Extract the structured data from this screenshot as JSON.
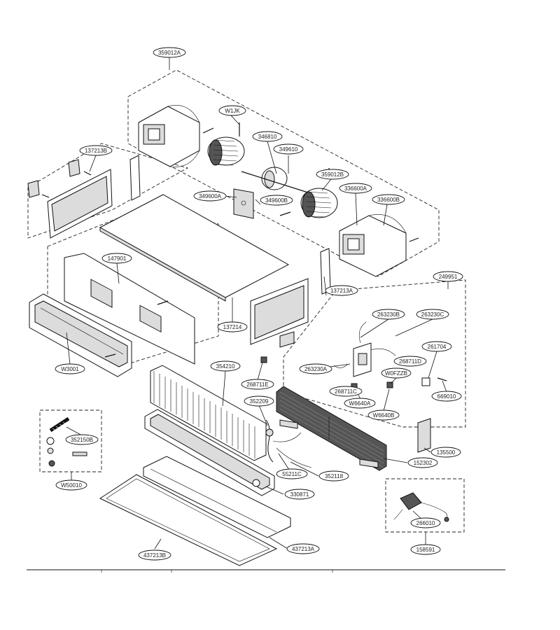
{
  "parts": {
    "p359012A": "359012A",
    "pW1JK": "W1JK",
    "p346810": "346810",
    "p349610": "349610",
    "p359012B": "359012B",
    "p336600A": "336600A",
    "p336600B": "336600B",
    "p349600A": "349600A",
    "p349600B": "349600B",
    "p137213B": "137213B",
    "p147901": "147901",
    "p137214": "137214",
    "p137213A": "137213A",
    "p249951": "249951",
    "p263230B": "263230B",
    "p263230C": "263230C",
    "p261704": "261704",
    "p268711D": "268711D",
    "pW0FZZB": "W0FZZB",
    "p263230A": "263230A",
    "p268711E": "268711E",
    "p268711C": "268711C",
    "pW6640A": "W6640A",
    "pW6640B": "W6640B",
    "p669010": "669010",
    "p354210": "354210",
    "p352209": "352209",
    "pW3001": "W3001",
    "p352150B": "352150B",
    "pW50010": "W50010",
    "p55211C": "55211C",
    "p352118": "352118",
    "p330871": "330871",
    "p135500": "135500",
    "p152302": "152302",
    "p266010": "266010",
    "p158591": "158591",
    "p437213A": "437213A",
    "p437213B": "437213B"
  }
}
